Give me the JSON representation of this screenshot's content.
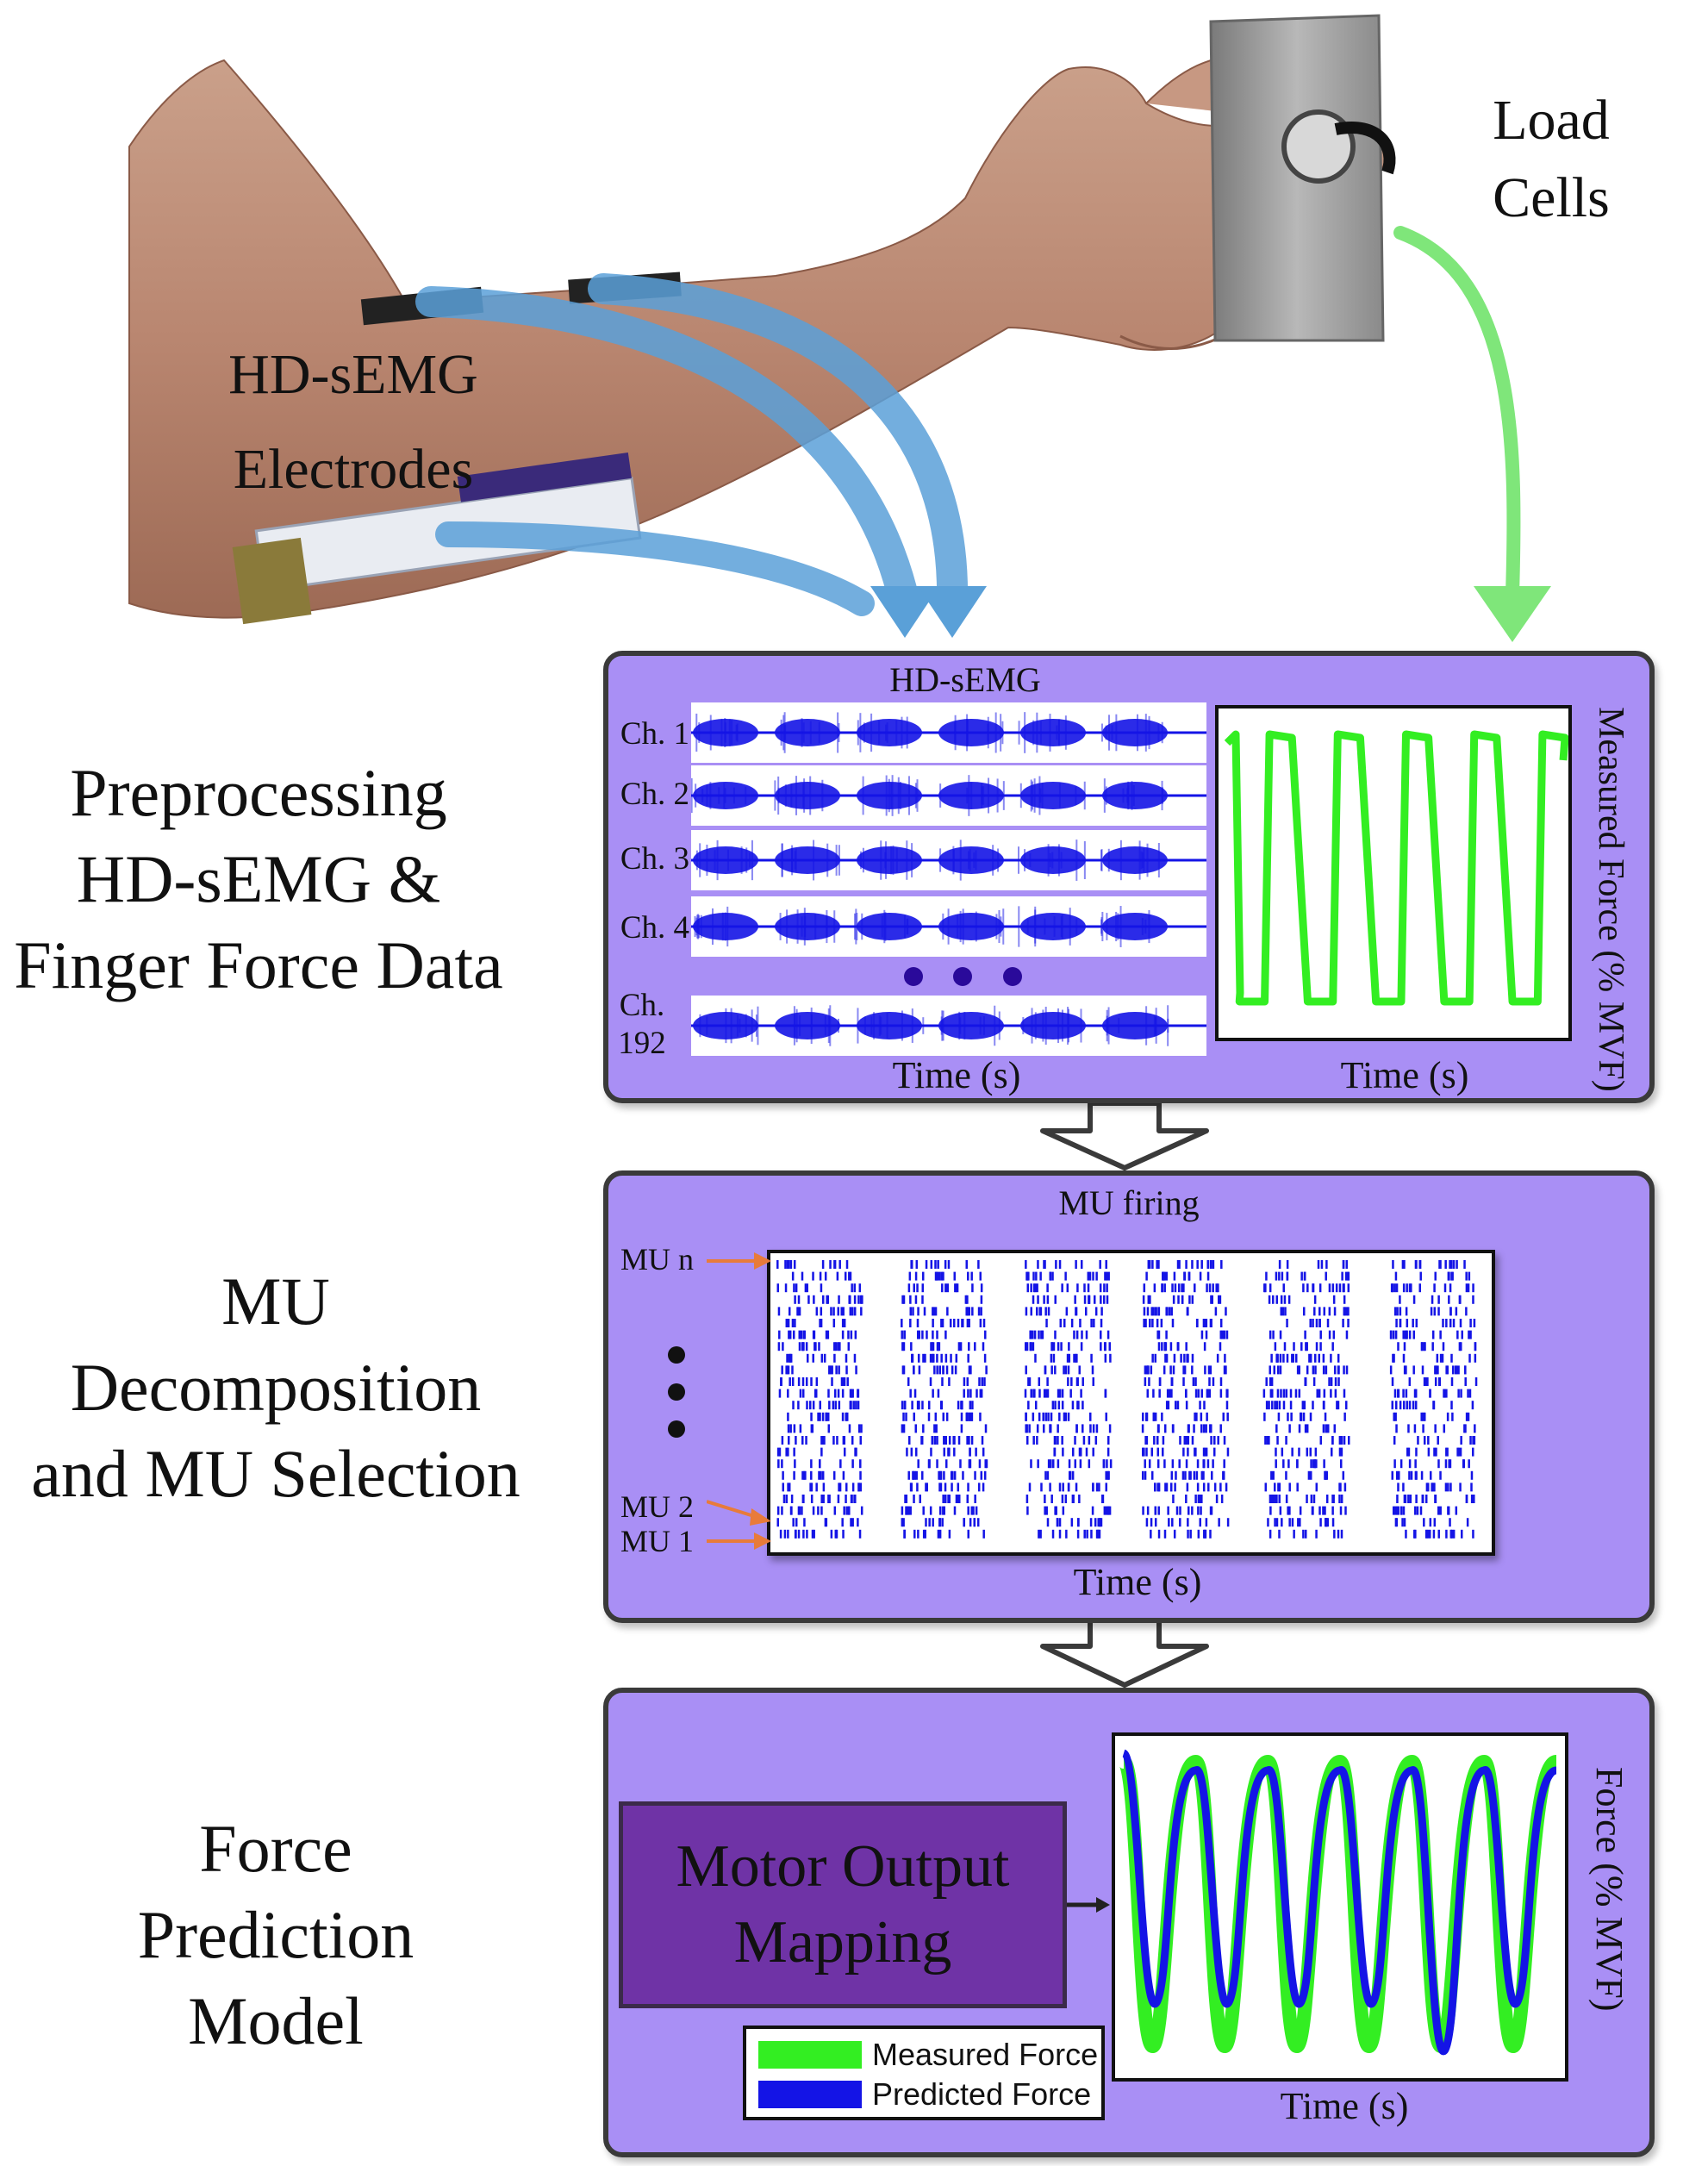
{
  "labels": {
    "electrodes_line1": "HD-sEMG",
    "electrodes_line2": "Electrodes",
    "load_line1": "Load",
    "load_line2": "Cells"
  },
  "stages": [
    {
      "lines": [
        "Preprocessing",
        "HD-sEMG &",
        "Finger Force Data"
      ]
    },
    {
      "lines": [
        "MU",
        "Decomposition",
        "and MU Selection"
      ]
    },
    {
      "lines": [
        "Force",
        "Prediction",
        "Model"
      ]
    }
  ],
  "panel1": {
    "title": "HD-sEMG",
    "channels": [
      "Ch. 1",
      "Ch. 2",
      "Ch. 3",
      "Ch. 4"
    ],
    "last_channel_line1": "Ch.",
    "last_channel_line2": "192",
    "xlabel_left": "Time (s)",
    "xlabel_right": "Time (s)",
    "ylabel_right": "Measured Force (% MVF)"
  },
  "panel2": {
    "title": "MU firing",
    "mu_top": "MU n",
    "mu_2": "MU 2",
    "mu_1": "MU 1",
    "xlabel": "Time (s)"
  },
  "panel3": {
    "mapping_line1": "Motor Output",
    "mapping_line2": "Mapping",
    "xlabel": "Time (s)",
    "ylabel": "Force (% MVF)",
    "legend": [
      {
        "label": "Measured Force",
        "color": "#33ee22"
      },
      {
        "label": "Predicted Force",
        "color": "#1414e6"
      }
    ]
  },
  "colors": {
    "panel_bg": "#a98ff5",
    "emg_signal": "#1414e6",
    "measured_force": "#33ee22",
    "predicted_force": "#1414e6",
    "spike": "#1414e6",
    "blue_arrow": "#5aa0d8",
    "green_arrow": "#7fe67a",
    "orange_arrow": "#e87b3a",
    "mapping_box": "#6f33a6"
  }
}
